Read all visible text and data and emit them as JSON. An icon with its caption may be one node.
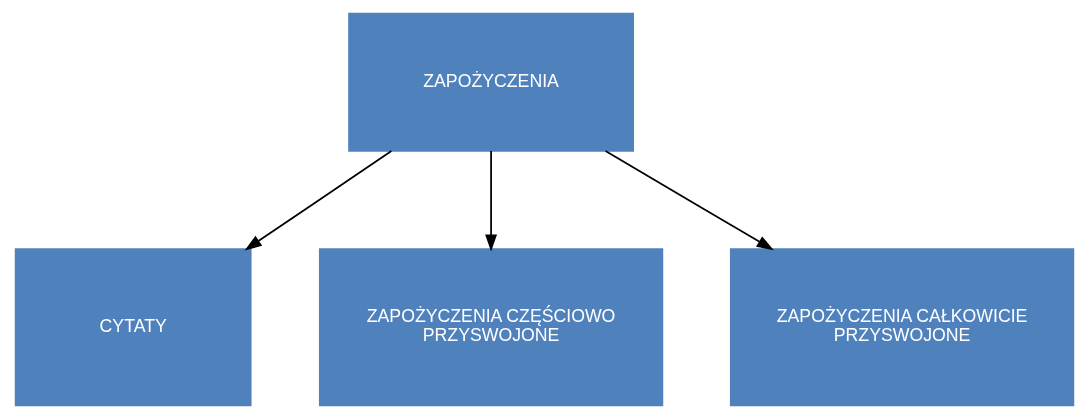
{
  "diagram": {
    "nodes": [
      {
        "text": [
          "ZAPOŻYCZENIA"
        ]
      },
      {
        "text": [
          "CYTATY"
        ]
      },
      {
        "text": [
          "ZAPOŻYCZENIA CZĘŚCIOWO PRZYSWOJONE"
        ]
      },
      {
        "text": [
          "ZAPOŻYCZENIA CAŁKOWICIE PRZYSWOJONE"
        ]
      }
    ],
    "edges": [
      {
        "from": 0,
        "to": 1,
        "arrow": "to"
      },
      {
        "from": 0,
        "to": 2,
        "arrow": "to"
      },
      {
        "from": 0,
        "to": 3,
        "arrow": "to"
      }
    ]
  }
}
